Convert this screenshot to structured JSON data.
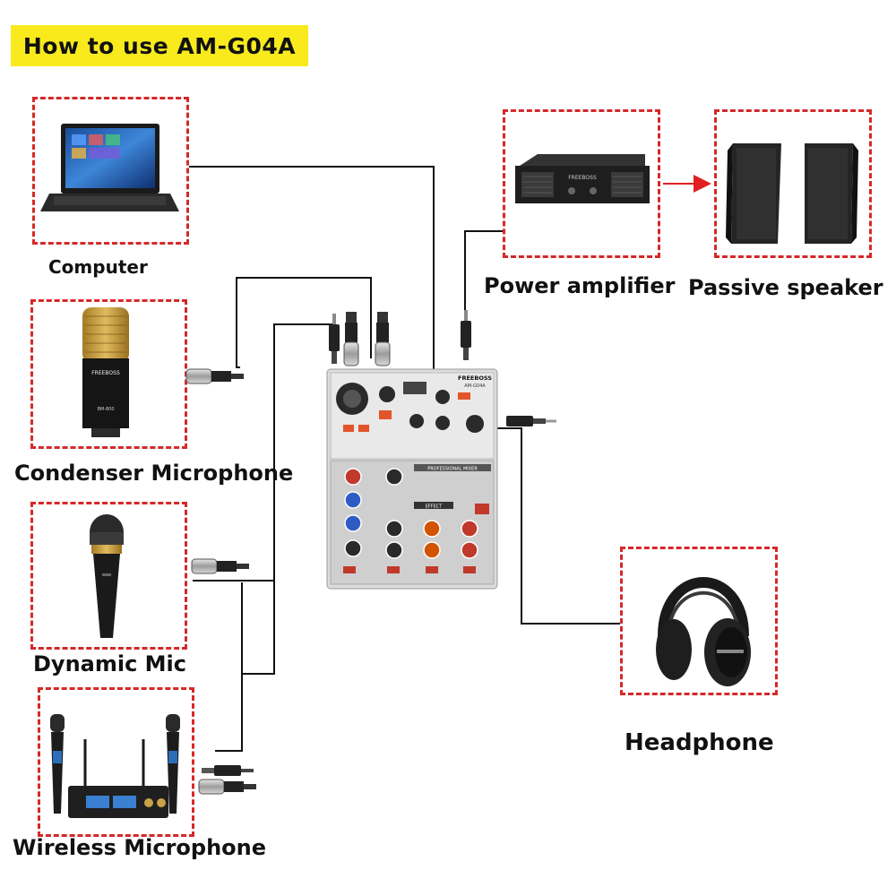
{
  "title": "How to use AM-G04A",
  "devices": {
    "computer": "Computer",
    "condenser": "Condenser Microphone",
    "dynamic": "Dynamic Mic",
    "wireless": "Wireless Microphone",
    "amplifier": "Power amplifier",
    "speaker": "Passive speaker",
    "headphone": "Headphone"
  },
  "brand": {
    "freeboss": "FREEBOSS",
    "mixer_model": "AM-G04A",
    "mixer_panel": "PROFESSIONAL MIXER",
    "effect": "EFFECT",
    "bm800": "BM-800",
    "amp_brand": "FREEBOSS"
  },
  "colors": {
    "highlight": "#f8ea1d",
    "dash": "#d62828",
    "arrow": "#e02020",
    "mic_gold": "#c9a24a"
  },
  "icons": [
    "laptop-icon",
    "condenser-mic-icon",
    "dynamic-mic-icon",
    "wireless-receiver-icon",
    "power-amplifier-icon",
    "passive-speaker-icon",
    "headphone-icon",
    "mixer-icon",
    "xlr-connector-icon",
    "jack-plug-icon"
  ]
}
